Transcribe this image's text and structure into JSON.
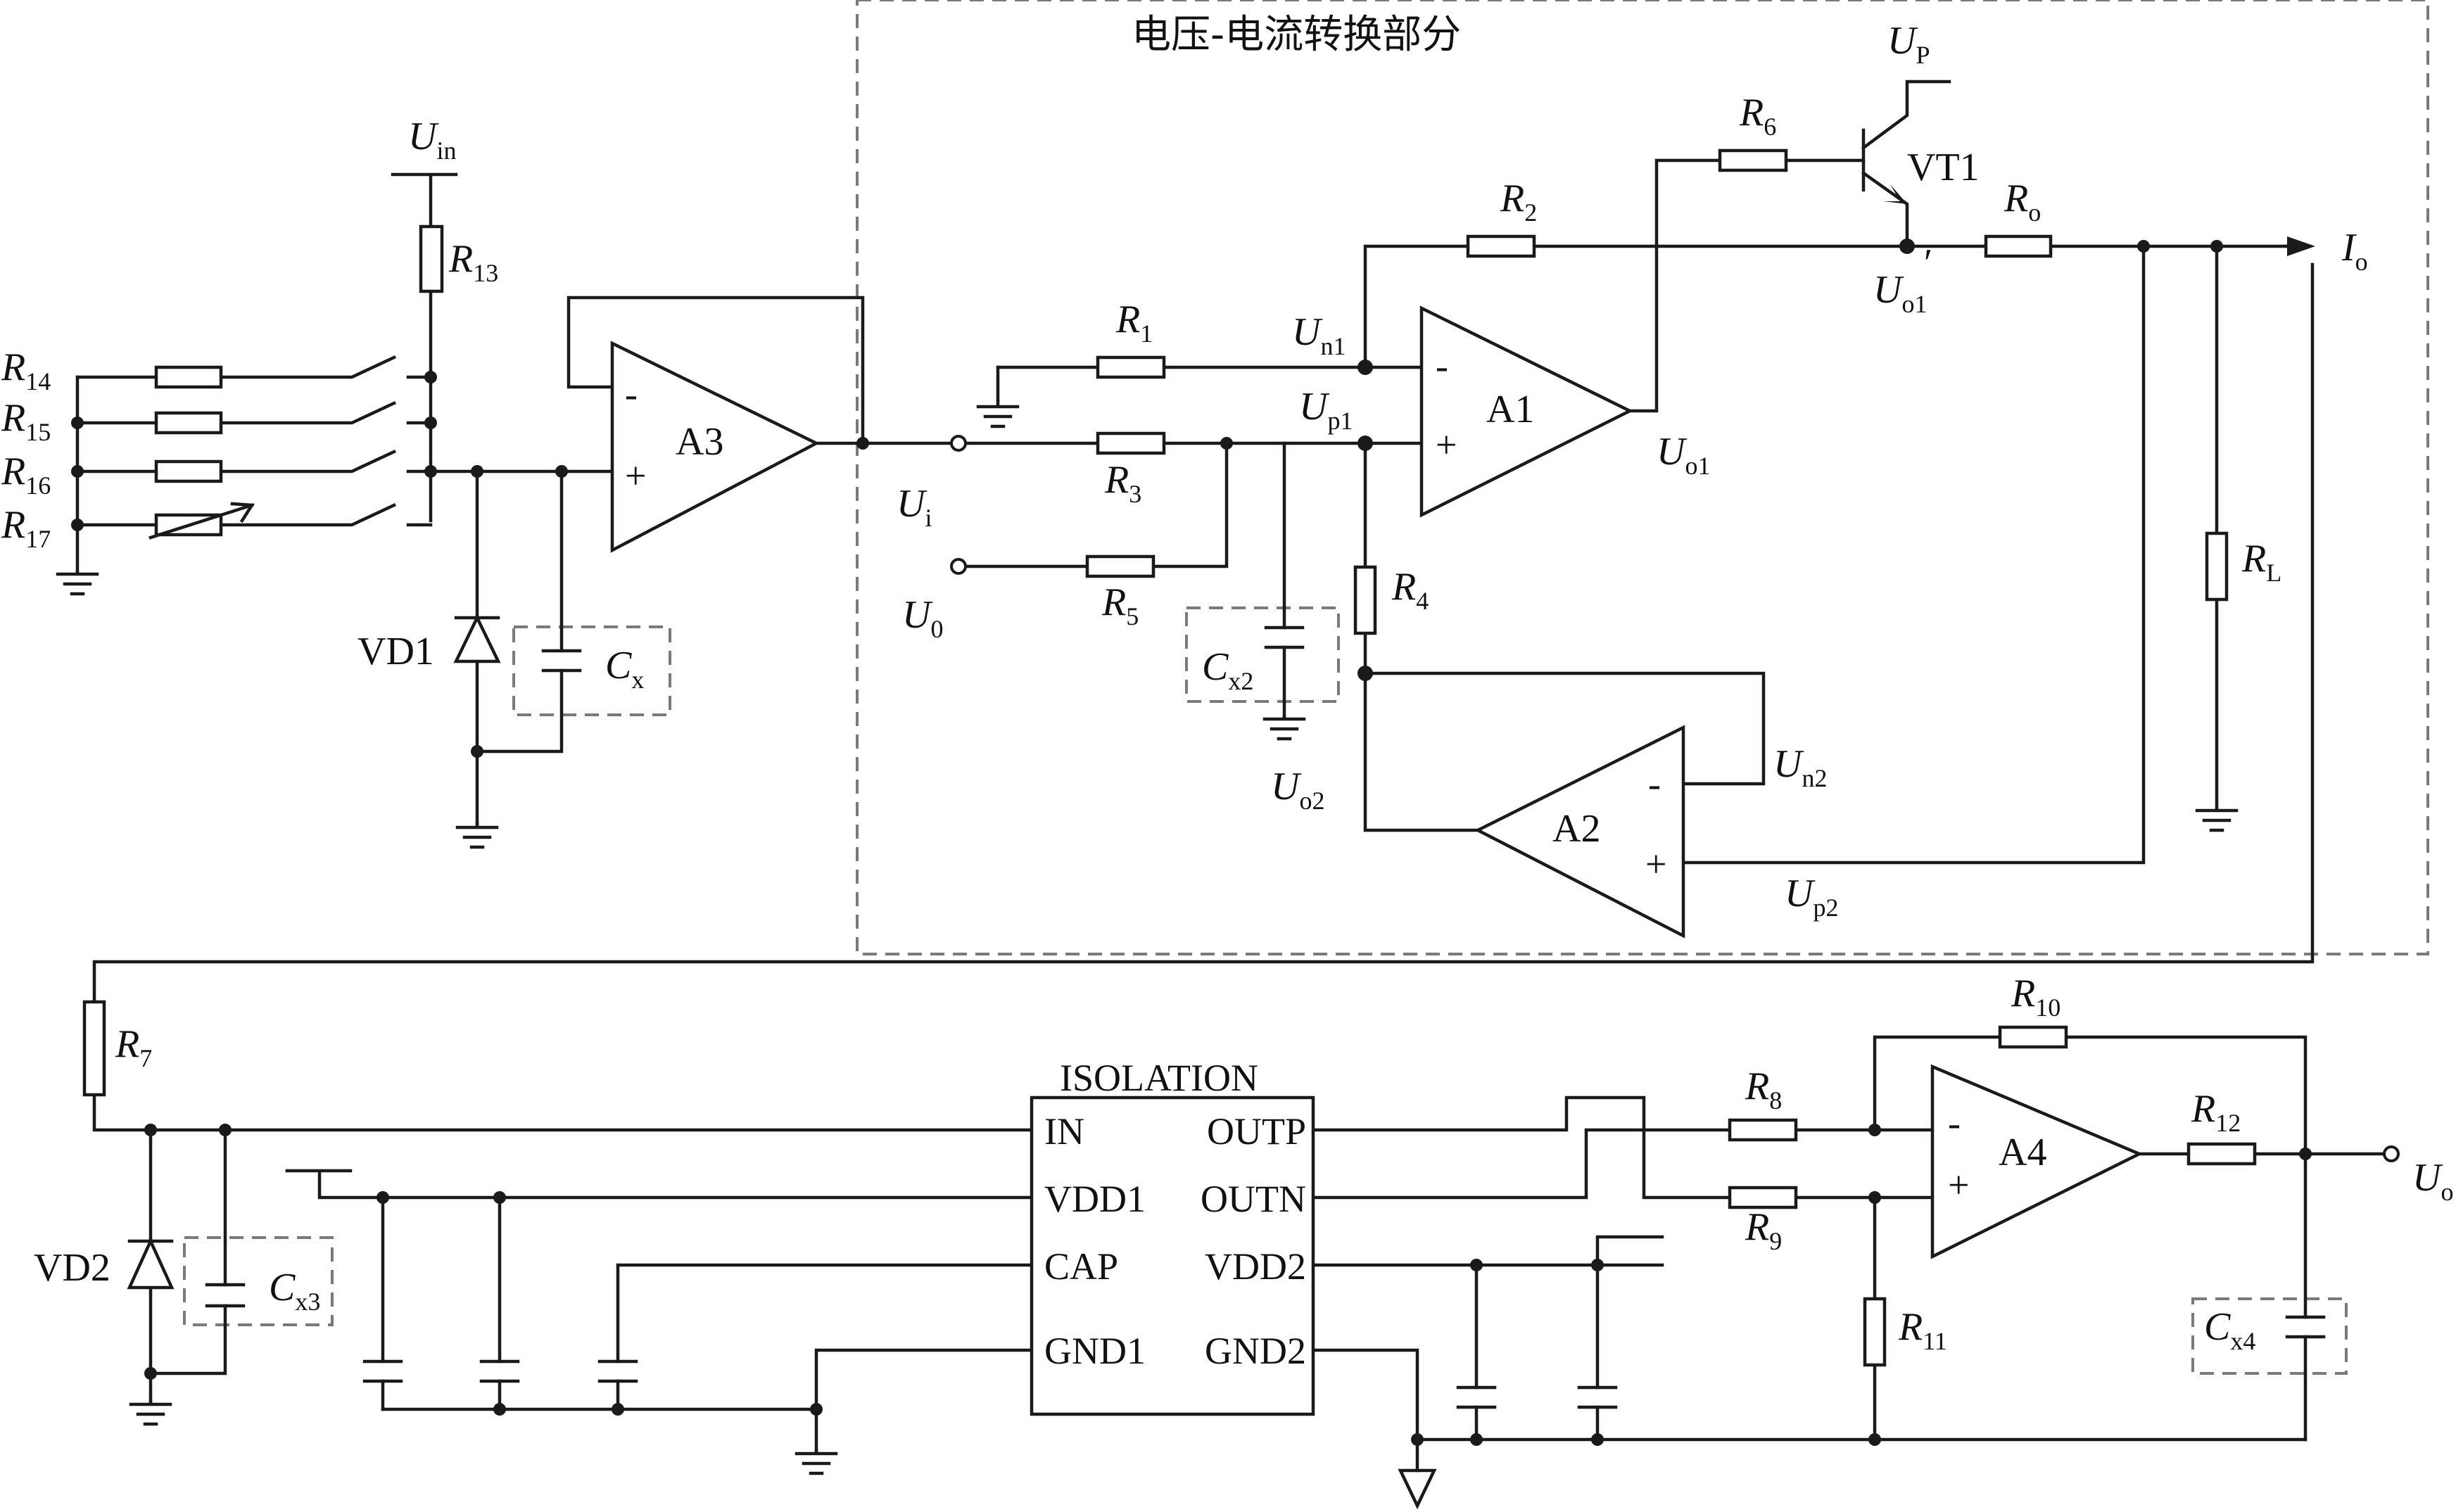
{
  "title": "电压-电流转换部分",
  "colors": {
    "wire": "#1a1a1a",
    "dashed_box": "#7a7a7a",
    "background": "#ffffff"
  },
  "amplifiers": [
    {
      "name": "A3",
      "inputs": [
        "-",
        "+"
      ]
    },
    {
      "name": "A1",
      "inputs": [
        "-",
        "+"
      ]
    },
    {
      "name": "A2",
      "inputs": [
        "-",
        "+"
      ]
    },
    {
      "name": "A4",
      "inputs": [
        "-",
        "+"
      ]
    }
  ],
  "resistors": [
    {
      "sym": "R",
      "sub": "13"
    },
    {
      "sym": "R",
      "sub": "14"
    },
    {
      "sym": "R",
      "sub": "15"
    },
    {
      "sym": "R",
      "sub": "16"
    },
    {
      "sym": "R",
      "sub": "17"
    },
    {
      "sym": "R",
      "sub": "1"
    },
    {
      "sym": "R",
      "sub": "2"
    },
    {
      "sym": "R",
      "sub": "3"
    },
    {
      "sym": "R",
      "sub": "4"
    },
    {
      "sym": "R",
      "sub": "5"
    },
    {
      "sym": "R",
      "sub": "6"
    },
    {
      "sym": "R",
      "sub": "o"
    },
    {
      "sym": "R",
      "sub": "L"
    },
    {
      "sym": "R",
      "sub": "7"
    },
    {
      "sym": "R",
      "sub": "8"
    },
    {
      "sym": "R",
      "sub": "9"
    },
    {
      "sym": "R",
      "sub": "10"
    },
    {
      "sym": "R",
      "sub": "11"
    },
    {
      "sym": "R",
      "sub": "12"
    }
  ],
  "capacitors": [
    {
      "sym": "C",
      "sub": "x"
    },
    {
      "sym": "C",
      "sub": "x2"
    },
    {
      "sym": "C",
      "sub": "x3"
    },
    {
      "sym": "C",
      "sub": "x4"
    }
  ],
  "semiconductors": {
    "diode1": "VD1",
    "diode2": "VD2",
    "transistor": "VT1"
  },
  "nodes": [
    {
      "sym": "U",
      "sub": "in"
    },
    {
      "sym": "U",
      "sub": "P"
    },
    {
      "sym": "U",
      "sub": "n1"
    },
    {
      "sym": "U",
      "sub": "p1"
    },
    {
      "sym": "U",
      "sub": "o1"
    },
    {
      "sym": "U",
      "sub": "o1"
    },
    {
      "sym": "U",
      "sub": "i"
    },
    {
      "sym": "U",
      "sub": "0"
    },
    {
      "sym": "U",
      "sub": "o2"
    },
    {
      "sym": "U",
      "sub": "n2"
    },
    {
      "sym": "U",
      "sub": "p2"
    },
    {
      "sym": "I",
      "sub": "o"
    },
    {
      "sym": "U",
      "sub": "o"
    }
  ],
  "prime_mark": "′",
  "isolation_chip": {
    "title": "ISOLATION",
    "left_pins": [
      "IN",
      "VDD1",
      "CAP",
      "GND1"
    ],
    "right_pins": [
      "OUTP",
      "OUTN",
      "VDD2",
      "GND2"
    ]
  }
}
